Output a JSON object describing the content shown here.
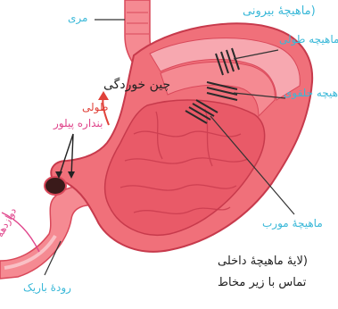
{
  "labels": {
    "esophagus": "مری",
    "outer_layer": "(ماهیچهٔ بیرونی",
    "longitudinal": "ماهیچه طولی",
    "circular": "ماهیچه حلقوی",
    "oblique": "ماهیچهٔ مورب",
    "folds": "چین خوردگی",
    "longitudinal_red": "طولی",
    "pyloric": "بنداره پیلور",
    "duodenum": "دوازدهه",
    "small_intestine": "رودهٔ باریک",
    "inner_layer": "(لایهٔ ماهیچهٔ داخلی",
    "contact": "تماس با زیر مخاط"
  },
  "colors": {
    "stomach": "#f0707a",
    "stomach_dark": "#d9485a",
    "stomach_light": "#f7a8b0",
    "label_cyan": "#39b8d8",
    "label_red": "#e0423a",
    "label_pink": "#e0468c"
  }
}
